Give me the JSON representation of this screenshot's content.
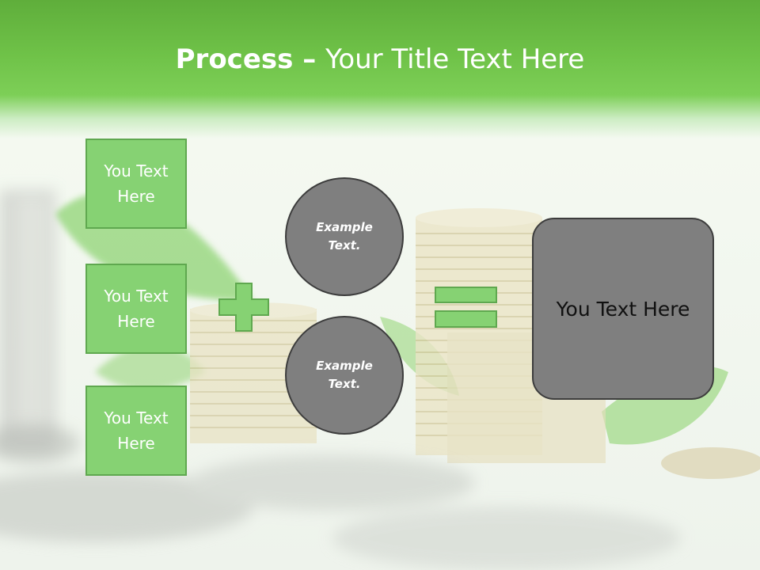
{
  "title": {
    "bold": "Process",
    "separator": " – ",
    "rest": "Your Title Text Here"
  },
  "left_boxes": [
    {
      "label": "You Text Here"
    },
    {
      "label": "You Text Here"
    },
    {
      "label": "You Text Here"
    }
  ],
  "circles": [
    {
      "label": "Example Text."
    },
    {
      "label": "Example Text."
    }
  ],
  "result_box": {
    "label": "You Text Here"
  },
  "colors": {
    "header_green": "#6fc248",
    "box_green": "#86d273",
    "box_border": "#5fa84f",
    "circle_gray": "#7f7f7f",
    "dark_border": "#3d3d3d"
  },
  "icons": [
    "plus-icon",
    "equals-icon"
  ]
}
